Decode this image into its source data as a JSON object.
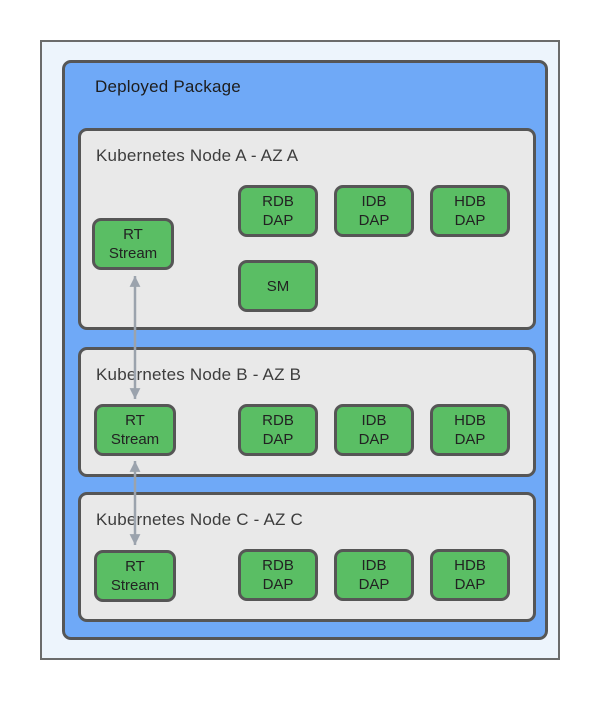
{
  "colors": {
    "page_bg": "#ffffff",
    "outer_fill": "#edf4fc",
    "outer_border": "#6b6b6b",
    "package_fill": "#6fa9f7",
    "node_fill": "#e9e9e9",
    "component_fill": "#5abe64",
    "shape_border": "#565656",
    "arrow": "#9ba3ad",
    "text": "#333333"
  },
  "deployed_package": {
    "title": "Deployed Package"
  },
  "nodes": [
    {
      "id": "node-a",
      "title": "Kubernetes Node A - AZ A",
      "components": {
        "rt_stream": "RT\nStream",
        "rdb_dap": "RDB\nDAP",
        "idb_dap": "IDB\nDAP",
        "hdb_dap": "HDB\nDAP",
        "sm": "SM"
      }
    },
    {
      "id": "node-b",
      "title": "Kubernetes Node B - AZ B",
      "components": {
        "rt_stream": "RT\nStream",
        "rdb_dap": "RDB\nDAP",
        "idb_dap": "IDB\nDAP",
        "hdb_dap": "HDB\nDAP"
      }
    },
    {
      "id": "node-c",
      "title": "Kubernetes Node C - AZ C",
      "components": {
        "rt_stream": "RT\nStream",
        "rdb_dap": "RDB\nDAP",
        "idb_dap": "IDB\nDAP",
        "hdb_dap": "HDB\nDAP"
      }
    }
  ],
  "arrows": [
    {
      "from": "node-a.rt_stream",
      "to": "node-b.rt_stream",
      "bidirectional": true
    },
    {
      "from": "node-b.rt_stream",
      "to": "node-c.rt_stream",
      "bidirectional": true
    }
  ]
}
